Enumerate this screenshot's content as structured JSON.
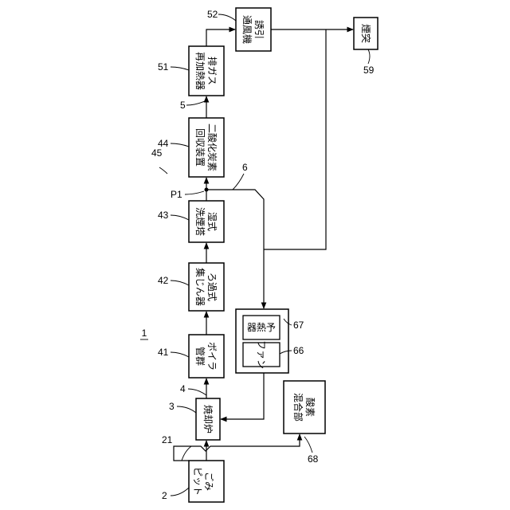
{
  "figure_ref": "1",
  "group_ref": "45",
  "boxes": {
    "garbage_pit": {
      "ref": "2",
      "lines": [
        "ごみ",
        "ピット"
      ]
    },
    "incinerator": {
      "ref": "3",
      "lines": [
        "焼却炉"
      ]
    },
    "boiler": {
      "ref": "41",
      "lines": [
        "ボイラ",
        "管群"
      ]
    },
    "filter": {
      "ref": "42",
      "lines": [
        "ろ過式",
        "集じん器"
      ]
    },
    "scrubber": {
      "ref": "43",
      "lines": [
        "湿式",
        "洗煙塔"
      ]
    },
    "co2_recovery": {
      "ref": "44",
      "lines": [
        "二酸化炭素",
        "回収装置"
      ]
    },
    "reheater": {
      "ref": "51",
      "lines": [
        "排ガス",
        "再加熱器"
      ]
    },
    "id_fan": {
      "ref": "52",
      "lines": [
        "誘引",
        "通風機"
      ]
    },
    "stack": {
      "ref": "59",
      "lines": [
        "煙突"
      ]
    },
    "oxygen_mixer": {
      "ref": "68",
      "lines": [
        "酸素",
        "混合部"
      ]
    },
    "unit": {
      "ref": "67"
    },
    "fan": {
      "ref": "66",
      "lines": [
        "ファン"
      ]
    },
    "preheater": {
      "ref": "67",
      "lines": [
        "予",
        "熱",
        "器"
      ]
    }
  },
  "line_refs": {
    "intake": "21",
    "flue_gas": "4",
    "exhaust": "5",
    "recirculation": "6",
    "branch_point": "P1"
  }
}
